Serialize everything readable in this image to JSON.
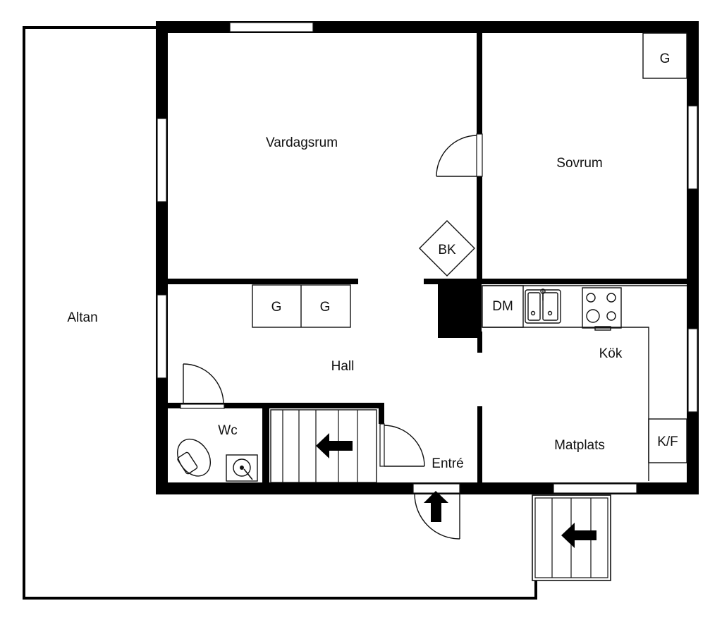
{
  "rooms": {
    "altan": "Altan",
    "vardagsrum": "Vardagsrum",
    "sovrum": "Sovrum",
    "hall": "Hall",
    "kok": "Kök",
    "matplats": "Matplats",
    "wc": "Wc",
    "entre": "Entré"
  },
  "fixtures": {
    "wardrobe": "G",
    "fireplace": "BK",
    "dishwasher": "DM",
    "fridge_freezer": "K/F"
  },
  "colors": {
    "wall": "#000000",
    "line": "#111111",
    "background": "#ffffff"
  },
  "icons": [
    "arrow-left-icon",
    "arrow-up-icon",
    "toilet-icon",
    "sink-icon",
    "stove-icon"
  ]
}
